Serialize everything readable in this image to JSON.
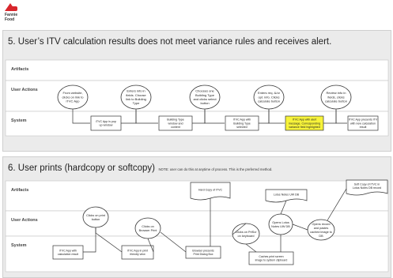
{
  "logo": {
    "line1": "Fannie",
    "line2": "Food"
  },
  "panel1": {
    "title": "5. User’s ITV calculation results does not meet variance rules and receives alert.",
    "lanes": [
      "Artifacts",
      "User Actions",
      "System"
    ],
    "circles": [
      [
        "From website,",
        "clicks on link to",
        "iTVC App"
      ],
      [
        "Enters info in",
        "fields. Choose",
        "link to Building",
        "Type"
      ],
      [
        "Chooses one",
        "Building Type",
        "and clicks select",
        "button"
      ],
      [
        "Enters req. &/or",
        "opt. info. Clicks",
        "calculate button"
      ],
      [
        "Review info in",
        "fields, clicks",
        "calculate button"
      ]
    ],
    "boxes": [
      [
        "iTVC App is pop",
        "up window"
      ],
      [
        "Building Type",
        "window and",
        "content"
      ],
      [
        "iTVC App with",
        "Building Type",
        "selected"
      ],
      [
        "iTVC App with alert",
        "message. Corresponding",
        "variance field highlighted"
      ],
      [
        "iTVC App presents ITV",
        "with new calculation",
        "result"
      ]
    ]
  },
  "panel2": {
    "title": "6. User prints (hardcopy or softcopy)",
    "note": "NOTE: user can do this at anytime of process. This is the preferred method.",
    "lanes": [
      "Artifacts",
      "User Actions",
      "System"
    ],
    "circles": [
      [
        "Clicks on print",
        "button"
      ],
      [
        "Clicks on",
        "Browser Print"
      ],
      [
        "Clicks on PrtScr",
        "on keyboard"
      ],
      [
        "Opens Lotus",
        "Notes UW DB"
      ],
      [
        "Opens record",
        "and pastes",
        "cached image to",
        "DB"
      ]
    ],
    "boxes": [
      [
        "iTVC App with",
        "calculation result"
      ],
      [
        "iTVC App in print",
        "friendly view"
      ],
      [
        "Browser presents",
        "Print Dialog Box"
      ],
      [
        "Caches print screen",
        "image to system clipboard"
      ]
    ],
    "docs": [
      [
        "Hard Copy of iTVC"
      ],
      [
        "Lotus Notes UW DB"
      ],
      [
        "Soft Copy of iTVC in",
        "Lotus Notes DB record"
      ]
    ]
  }
}
